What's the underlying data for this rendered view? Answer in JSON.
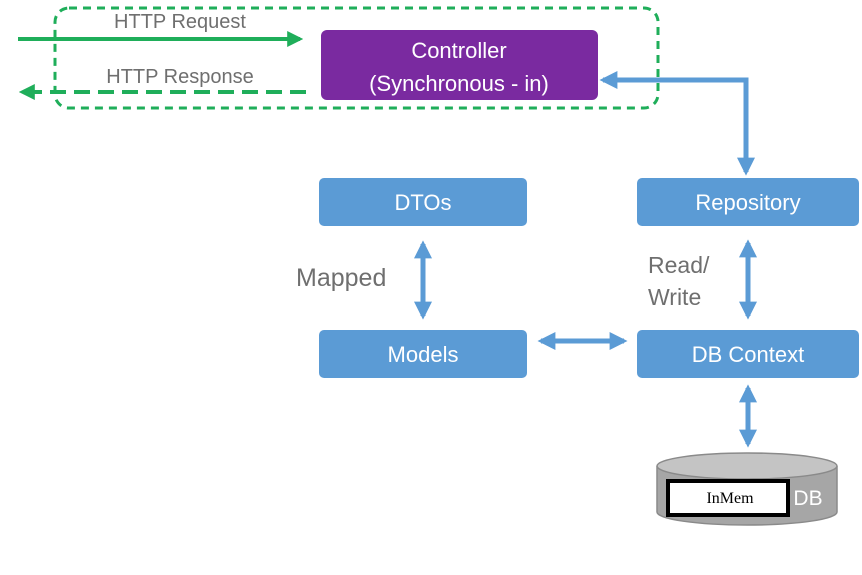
{
  "http": {
    "request_label": "HTTP Request",
    "response_label": "HTTP Response"
  },
  "controller": {
    "line1": "Controller",
    "line2": "(Synchronous - in)"
  },
  "nodes": {
    "dtos": "DTOs",
    "repository": "Repository",
    "models": "Models",
    "db_context": "DB Context"
  },
  "edge_labels": {
    "mapped": "Mapped",
    "read": "Read/",
    "write": "Write"
  },
  "database": {
    "label": "DB",
    "overlay_label": "InMem"
  },
  "colors": {
    "http_green": "#1fae5a",
    "controller_purple": "#7a2aa0",
    "box_blue": "#5b9bd5",
    "arrow_blue": "#5b9bd5",
    "cylinder_gray": "#a6a6a6"
  }
}
